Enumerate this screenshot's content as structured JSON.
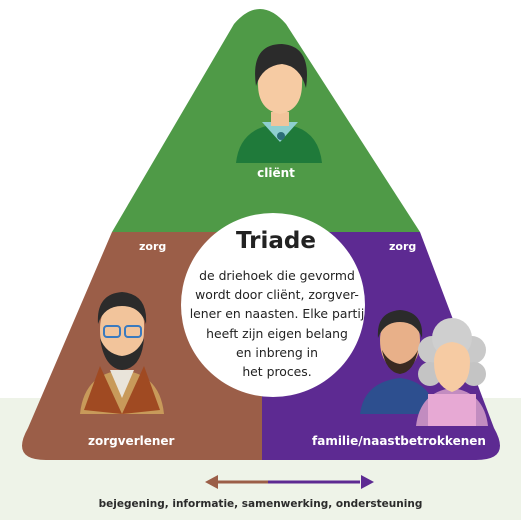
{
  "diagram": {
    "title": "Triade",
    "description_lines": [
      "de driehoek die gevormd",
      "wordt door cliënt, zorgver-",
      "lener en naasten. Elke partij",
      "heeft zijn eigen belang",
      "en inbreng in",
      "het proces."
    ],
    "labels": {
      "client": "cliënt",
      "zorg_left": "zorg",
      "zorg_right": "zorg",
      "zorgverlener": "zorgverlener",
      "familie": "familie/naastbetrokkenen"
    },
    "footer": "bejegening, informatie, samenwerking, ondersteuning"
  },
  "colors": {
    "client_green": "#4f9a47",
    "zorgverlener_brown": "#9b5e48",
    "familie_purple": "#5d2a92",
    "background_band": "#eef3e8"
  },
  "icons": [
    "client-person-icon",
    "caregiver-man-icon",
    "family-man-icon",
    "family-elderly-woman-icon",
    "double-arrow-icon"
  ]
}
